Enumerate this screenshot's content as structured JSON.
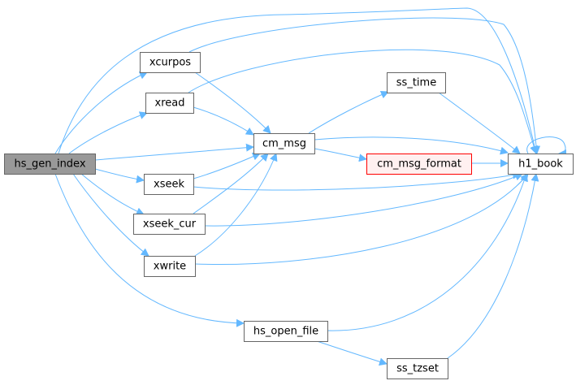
{
  "colors": {
    "edge": "#63B8FF",
    "node_border": "#666666",
    "node_fill": "#ffffff",
    "root_fill": "#999999",
    "root_border": "#666666",
    "highlight_border": "#ff0000",
    "highlight_fill": "#fff0f0",
    "text": "#000000"
  },
  "nodes": [
    {
      "id": "hs_gen_index",
      "label": "hs_gen_index",
      "style": "root"
    },
    {
      "id": "xcurpos",
      "label": "xcurpos",
      "style": "normal"
    },
    {
      "id": "xread",
      "label": "xread",
      "style": "normal"
    },
    {
      "id": "xseek",
      "label": "xseek",
      "style": "normal"
    },
    {
      "id": "xseek_cur",
      "label": "xseek_cur",
      "style": "normal"
    },
    {
      "id": "xwrite",
      "label": "xwrite",
      "style": "normal"
    },
    {
      "id": "cm_msg",
      "label": "cm_msg",
      "style": "normal"
    },
    {
      "id": "ss_time",
      "label": "ss_time",
      "style": "normal"
    },
    {
      "id": "cm_msg_format",
      "label": "cm_msg_format",
      "style": "highlight"
    },
    {
      "id": "h1_book",
      "label": "h1_book",
      "style": "normal"
    },
    {
      "id": "hs_open_file",
      "label": "hs_open_file",
      "style": "normal"
    },
    {
      "id": "ss_tzset",
      "label": "ss_tzset",
      "style": "normal"
    }
  ],
  "edges": [
    {
      "from": "hs_gen_index",
      "to": "xcurpos"
    },
    {
      "from": "hs_gen_index",
      "to": "xread"
    },
    {
      "from": "hs_gen_index",
      "to": "cm_msg"
    },
    {
      "from": "hs_gen_index",
      "to": "xseek"
    },
    {
      "from": "hs_gen_index",
      "to": "xseek_cur"
    },
    {
      "from": "hs_gen_index",
      "to": "xwrite"
    },
    {
      "from": "hs_gen_index",
      "to": "hs_open_file"
    },
    {
      "from": "hs_gen_index",
      "to": "h1_book"
    },
    {
      "from": "xcurpos",
      "to": "cm_msg"
    },
    {
      "from": "xcurpos",
      "to": "h1_book"
    },
    {
      "from": "xread",
      "to": "cm_msg"
    },
    {
      "from": "xread",
      "to": "h1_book"
    },
    {
      "from": "xseek",
      "to": "cm_msg"
    },
    {
      "from": "xseek",
      "to": "h1_book"
    },
    {
      "from": "xseek_cur",
      "to": "cm_msg"
    },
    {
      "from": "xseek_cur",
      "to": "h1_book"
    },
    {
      "from": "xwrite",
      "to": "cm_msg"
    },
    {
      "from": "xwrite",
      "to": "h1_book"
    },
    {
      "from": "cm_msg",
      "to": "ss_time"
    },
    {
      "from": "cm_msg",
      "to": "cm_msg_format"
    },
    {
      "from": "cm_msg",
      "to": "h1_book"
    },
    {
      "from": "ss_time",
      "to": "h1_book"
    },
    {
      "from": "cm_msg_format",
      "to": "h1_book"
    },
    {
      "from": "h1_book",
      "to": "h1_book"
    },
    {
      "from": "hs_open_file",
      "to": "ss_tzset"
    },
    {
      "from": "hs_open_file",
      "to": "h1_book"
    },
    {
      "from": "ss_tzset",
      "to": "h1_book"
    }
  ]
}
